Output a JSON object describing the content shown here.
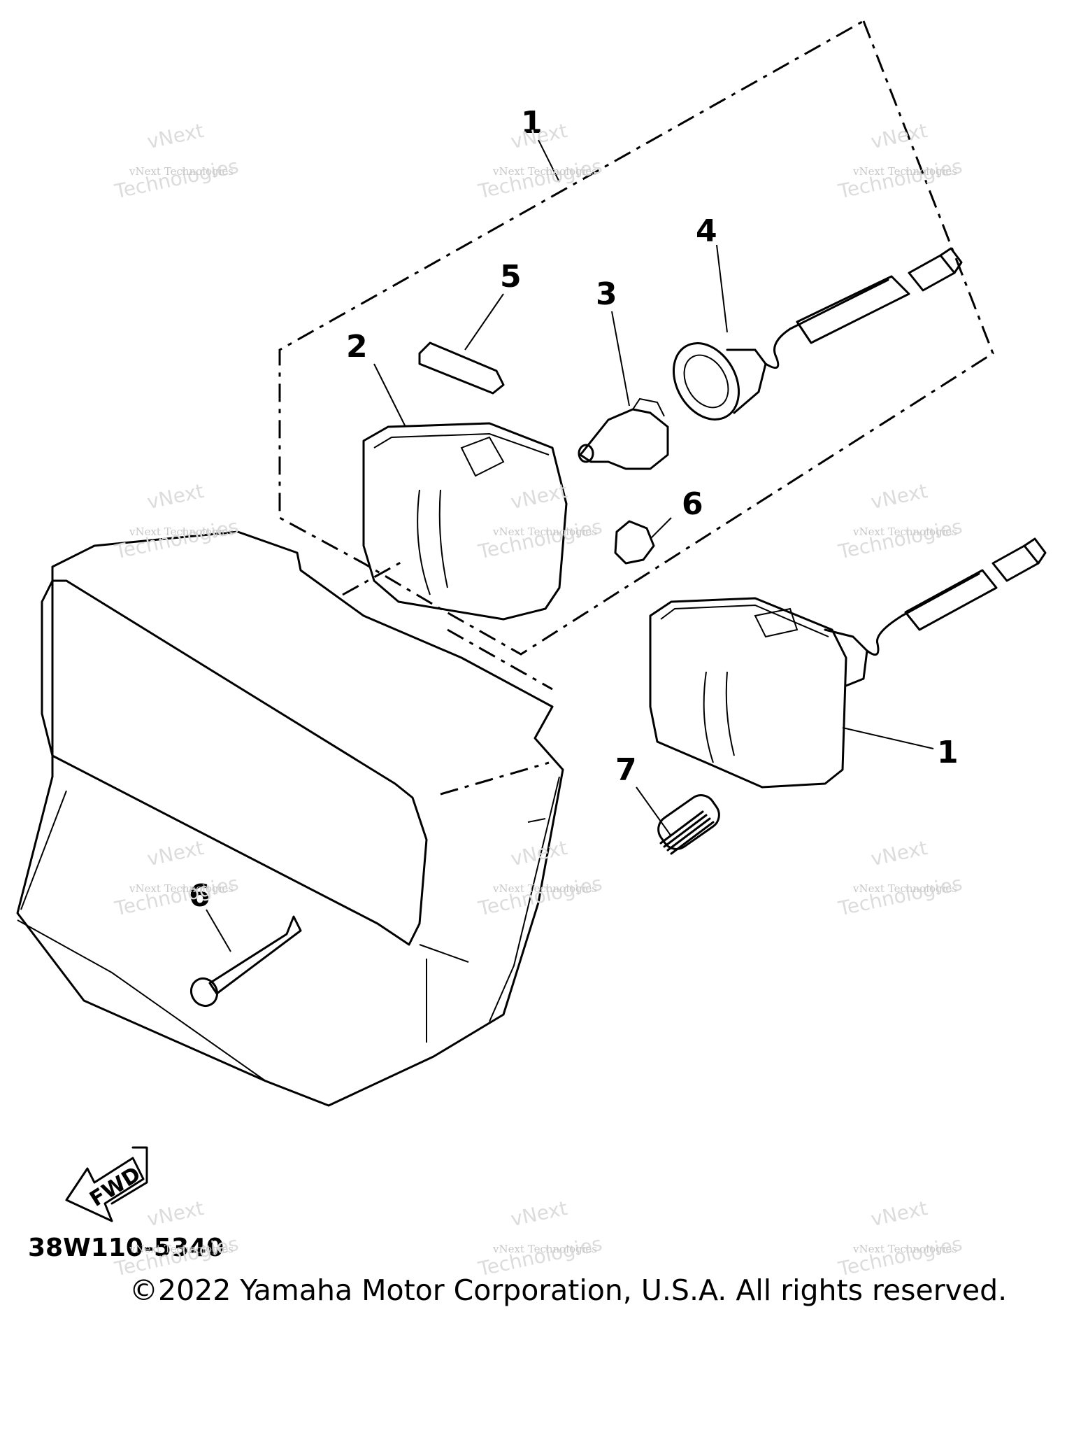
{
  "diagram": {
    "callouts": [
      {
        "id": "c1-top",
        "text": "1"
      },
      {
        "id": "c2",
        "text": "2"
      },
      {
        "id": "c3",
        "text": "3"
      },
      {
        "id": "c4",
        "text": "4"
      },
      {
        "id": "c5",
        "text": "5"
      },
      {
        "id": "c6-mid",
        "text": "6"
      },
      {
        "id": "c1-right",
        "text": "1"
      },
      {
        "id": "c7",
        "text": "7"
      },
      {
        "id": "c6-low",
        "text": "6"
      }
    ],
    "fwd_label": "FWD",
    "drawing_number": "38W110-5340"
  },
  "watermark": {
    "text_small": "vNext Technologies",
    "text_big_1": "vNext",
    "text_big_2": "Technologies"
  },
  "footer": {
    "copyright": "©2022 Yamaha Motor Corporation, U.S.A. All rights reserved."
  }
}
